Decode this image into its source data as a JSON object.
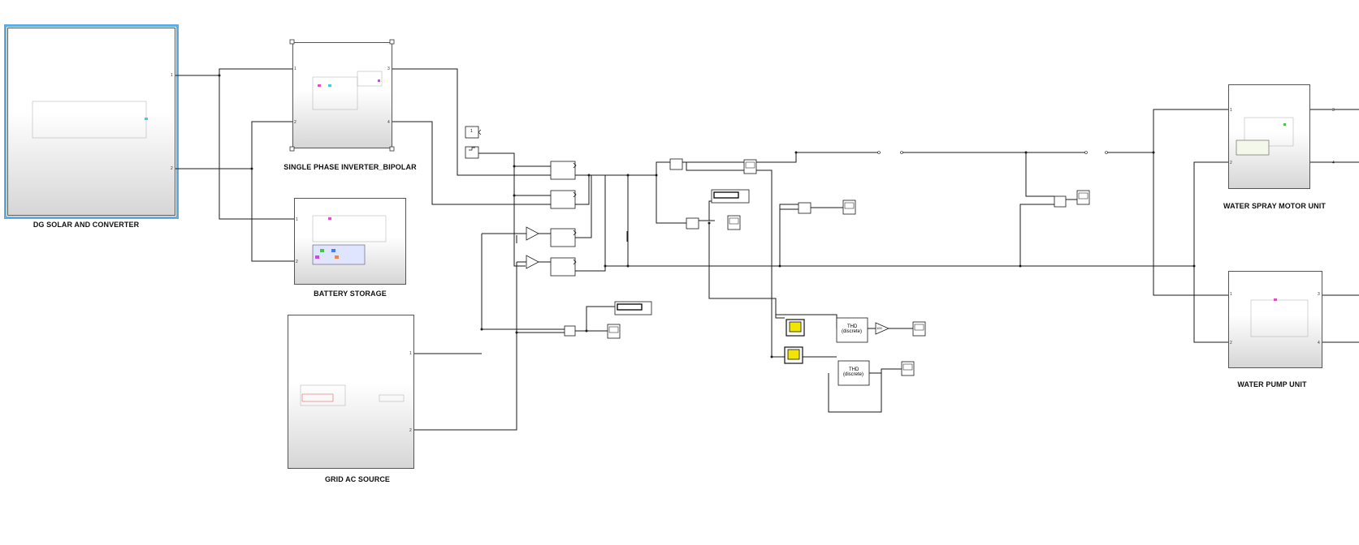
{
  "subsystems": {
    "dg_solar": {
      "label": "DG SOLAR AND CONVERTER"
    },
    "inverter": {
      "label": "SINGLE PHASE INVERTER_BIPOLAR"
    },
    "battery": {
      "label": "BATTERY STORAGE"
    },
    "grid": {
      "label": "GRID AC SOURCE"
    },
    "spray_motor": {
      "label": "WATER SPRAY MOTOR UNIT"
    },
    "pump": {
      "label": "WATER PUMP UNIT"
    }
  },
  "ports": {
    "p1": "1",
    "p2": "2",
    "p3": "3",
    "p4": "4"
  },
  "blocks": {
    "constant_value": "1",
    "thd_label_1": "THD",
    "thd_label_1b": "(discrete)",
    "thd_label_2": "THD",
    "thd_label_2b": "(discrete)",
    "gain_value": "100"
  },
  "colors": {
    "selection": "#5aaee8",
    "display_yellow": "#f2e600",
    "line": "#1a1a1a"
  }
}
